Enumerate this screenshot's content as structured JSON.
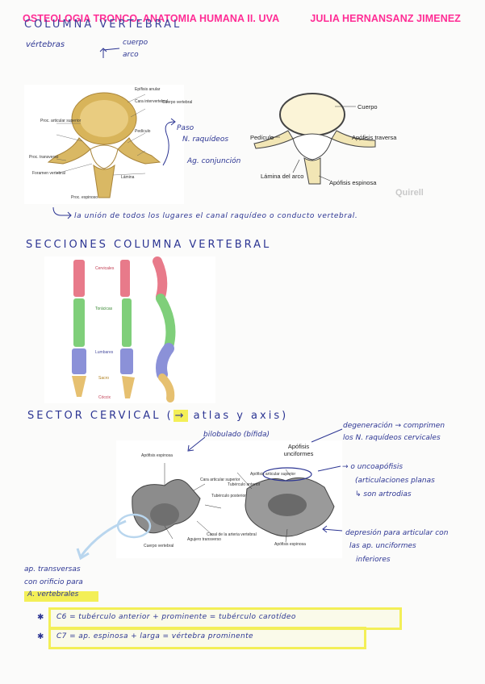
{
  "header": {
    "left": "OSTEOLOGIA TRONCO. ANATOMIA HUMANA II. UVA",
    "right": "JULIA HERNANSANZ JIMENEZ"
  },
  "notes": {
    "title_columna": "COLUMNA VERTEBRAL",
    "vertebras": "vértebras",
    "cuerpo": "cuerpo",
    "arco": "arco",
    "paso_nervios": "Paso",
    "paso_nervios2": "N. raquídeos",
    "agujero_conjuncion": "Ag. conjunción",
    "canal_text": "la unión de todos los lugares el canal raquídeo o conducto vertebral.",
    "title_secciones": "SECCIONES COLUMNA VERTEBRAL",
    "title_sector": "SECTOR CERVICAL (",
    "title_sector_hl": "→",
    "title_sector_end": " atlas y axis)",
    "bilobulado": "bilobulado (bífida)",
    "degeneracion": "degeneración → comprimen",
    "degeneracion2": "los N. raquídeos cervicales",
    "unco1": "→ o uncoapófisis",
    "unco2": "(articulaciones planas",
    "unco3": "↳ son artrodias",
    "depresion1": "depresión para articular con",
    "depresion2": "las ap. unciformes",
    "depresion3": "inferiores",
    "ap_trans1": "ap. transversas",
    "ap_trans2": "con orificio para",
    "ap_trans3": "A. vertebrales",
    "c6": "C6  =   tubérculo anterior + prominente = tubérculo carotídeo",
    "c7": "C7  =   ap. espinosa + larga  =  vértebra prominente",
    "bullet": "✱"
  },
  "figure1": {
    "labels": [
      "Epífisis anular",
      "Cara intervertebral",
      "Cuerpo vertebral",
      "Pedículo",
      "Proc. articular superior",
      "Proc. transverso",
      "Lámina",
      "Proc. espinoso",
      "Foramen vertebral"
    ]
  },
  "figure2": {
    "cuerpo": "Cuerpo",
    "pediculo": "Pedículo",
    "apofisis_traversa": "Apófisis traversa",
    "lamina": "Lámina del arco",
    "apofisis_espinosa": "Apófisis espinosa",
    "watermark": "Quirell"
  },
  "figure3": {
    "cervicales": "Cervicales",
    "toracicas": "Torácicas",
    "lumbares": "Lumbares",
    "sacro": "Sacro",
    "coccix": "Cóccix",
    "colors": {
      "cervical": "#e87a8a",
      "toracic": "#7fcf7a",
      "lumbar": "#8b91d8",
      "sacro": "#e6c070"
    }
  },
  "figure4": {
    "apofisis_espinosa_top": "Apófisis espinosa",
    "apofisis_unciformes": "Apófisis unciformes",
    "apofisis_articular": "Apófisis articular superior",
    "tuberculo_anterior": "Tubérculo anterior",
    "tuberculo_posterior": "Tubérculo posterior",
    "canal_articular": "Cara articular superior",
    "cuerpo_vertebral": "Cuerpo vertebral",
    "agujero_transverso": "Agujero transverso",
    "apofisis_espinosa_bottom": "Apófisis espinosa",
    "canal_arteria": "Canal de la arteria vertebral"
  }
}
